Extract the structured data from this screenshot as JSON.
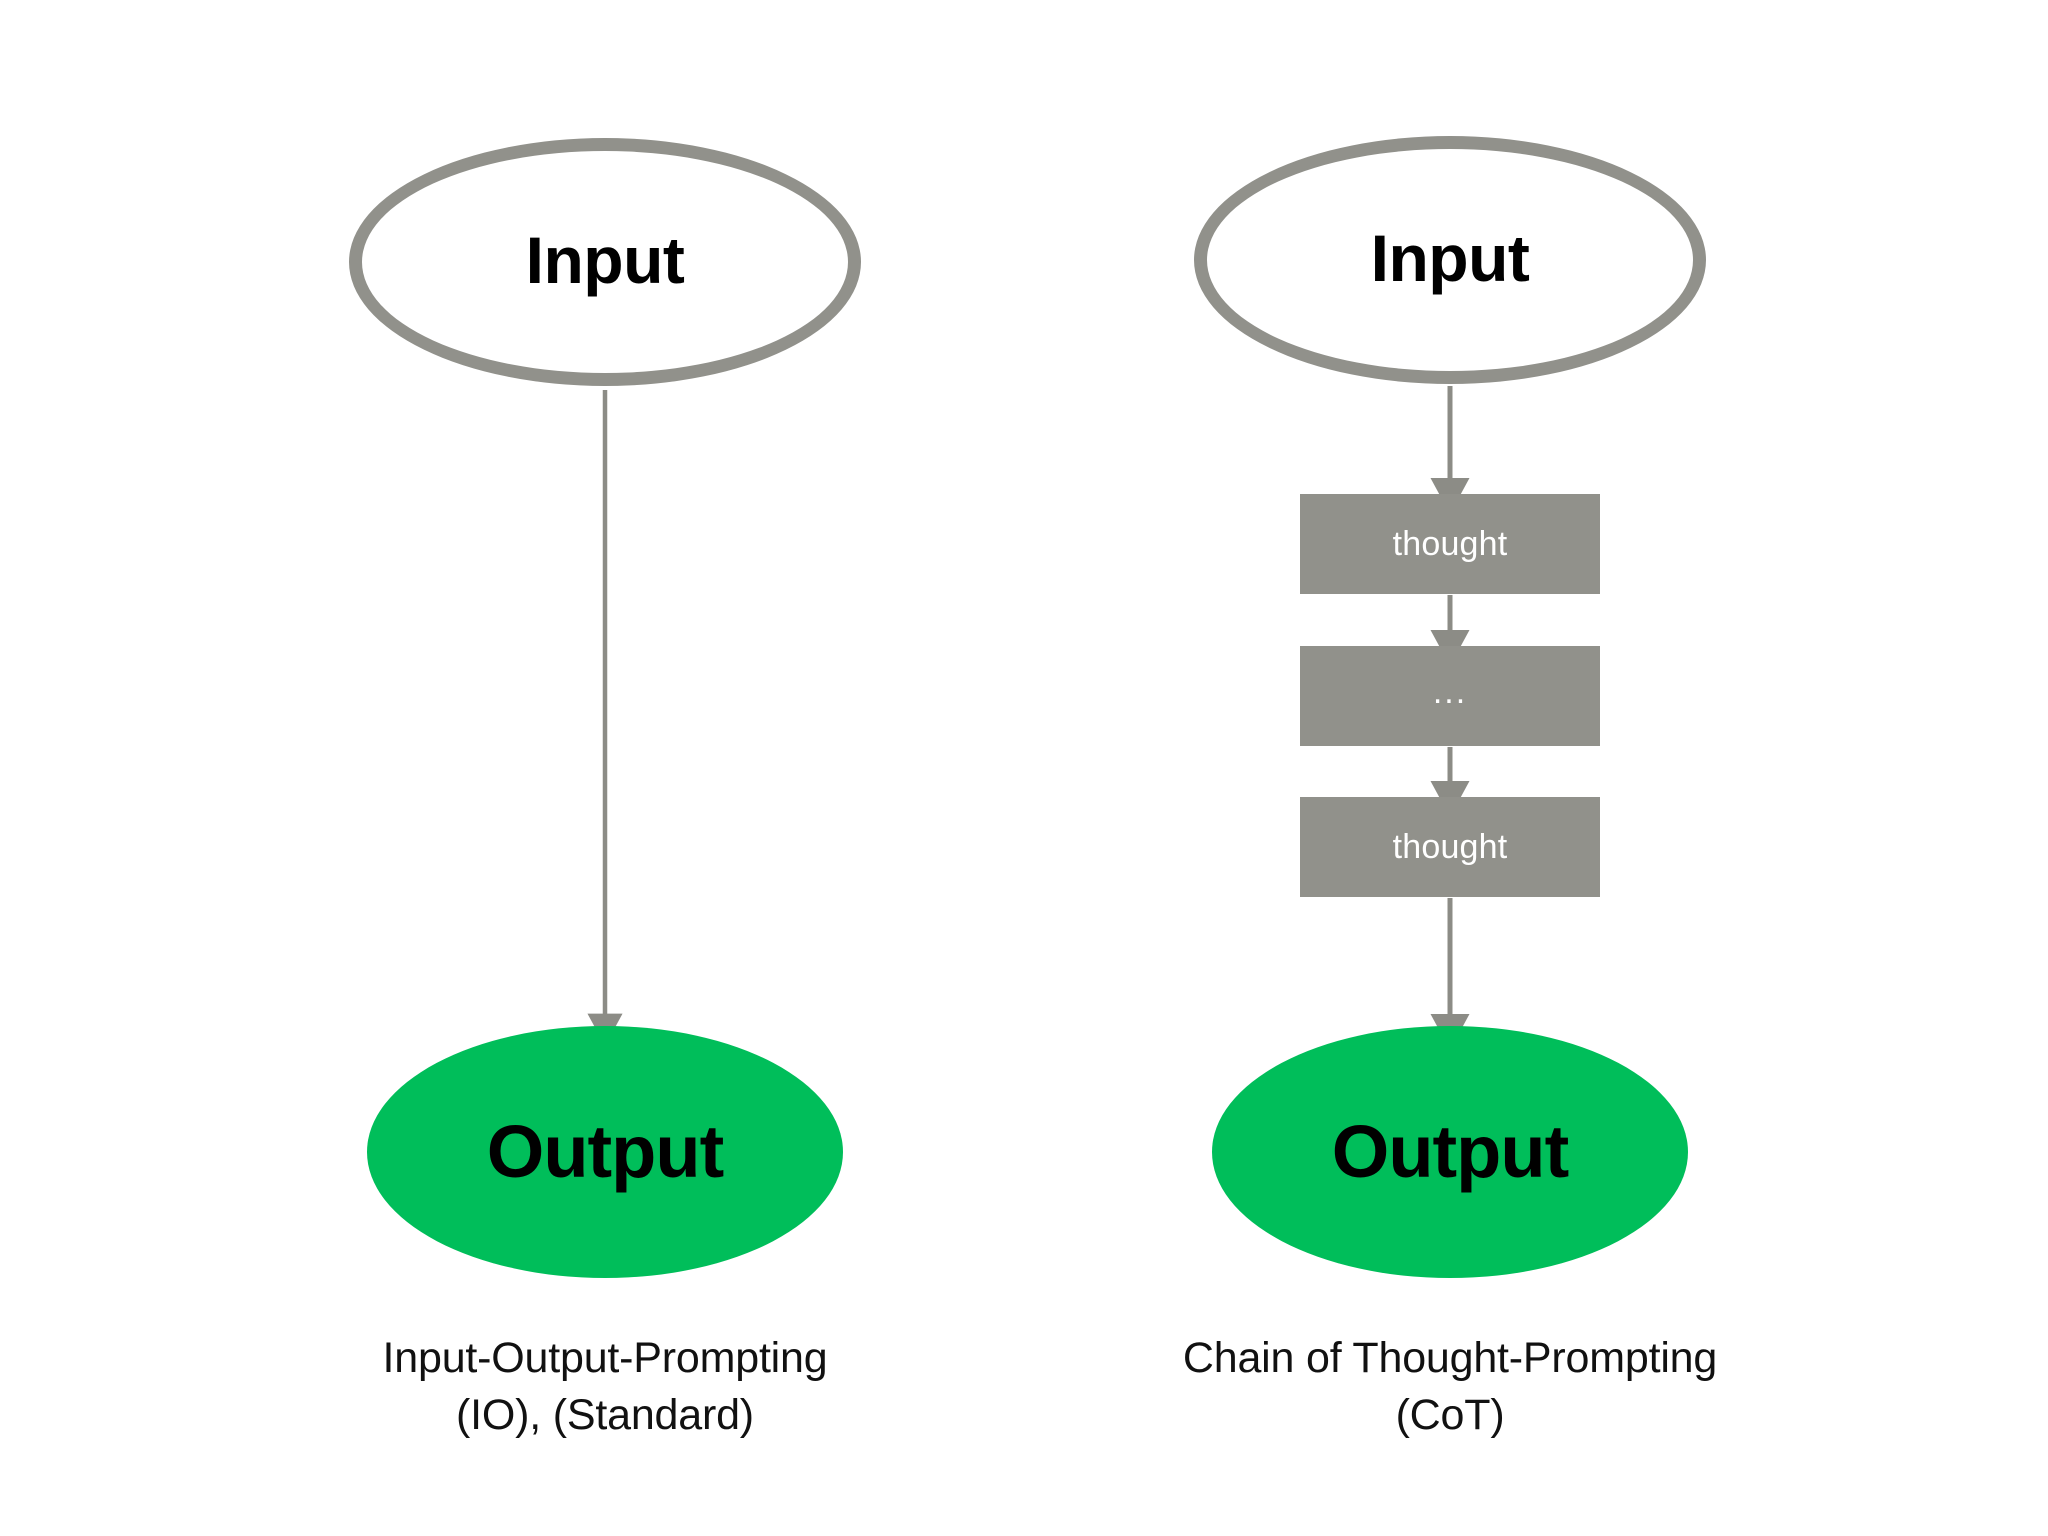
{
  "diagram": {
    "title_visible": false,
    "background_color": "#ffffff",
    "palette": {
      "node_outline_gray": "#91918b",
      "thought_box_gray": "#91918b",
      "output_green": "#00be5a",
      "arrow_gray": "#8c8c86",
      "text_black": "#000000",
      "box_text_white": "#ffffff"
    },
    "columns": [
      {
        "id": "io-prompting",
        "input": {
          "label": "Input"
        },
        "thoughts": [],
        "output": {
          "label": "Output"
        },
        "caption": {
          "line1": "Input-Output-Prompting",
          "line2": "(IO), (Standard)"
        },
        "arrows": [
          {
            "from": "input",
            "to": "output",
            "style": "straight-down"
          }
        ]
      },
      {
        "id": "chain-of-thought-prompting",
        "input": {
          "label": "Input"
        },
        "thoughts": [
          {
            "label": "thought",
            "kind": "thought"
          },
          {
            "label": "...",
            "kind": "ellipsis"
          },
          {
            "label": "thought",
            "kind": "thought"
          }
        ],
        "output": {
          "label": "Output"
        },
        "caption": {
          "line1": "Chain of Thought-Prompting",
          "line2": "(CoT)"
        },
        "arrows": [
          {
            "from": "input",
            "to": "thought-1",
            "style": "straight-down"
          },
          {
            "from": "thought-1",
            "to": "thought-2",
            "style": "straight-down"
          },
          {
            "from": "thought-2",
            "to": "thought-3",
            "style": "straight-down"
          },
          {
            "from": "thought-3",
            "to": "output",
            "style": "straight-down"
          }
        ]
      }
    ]
  }
}
